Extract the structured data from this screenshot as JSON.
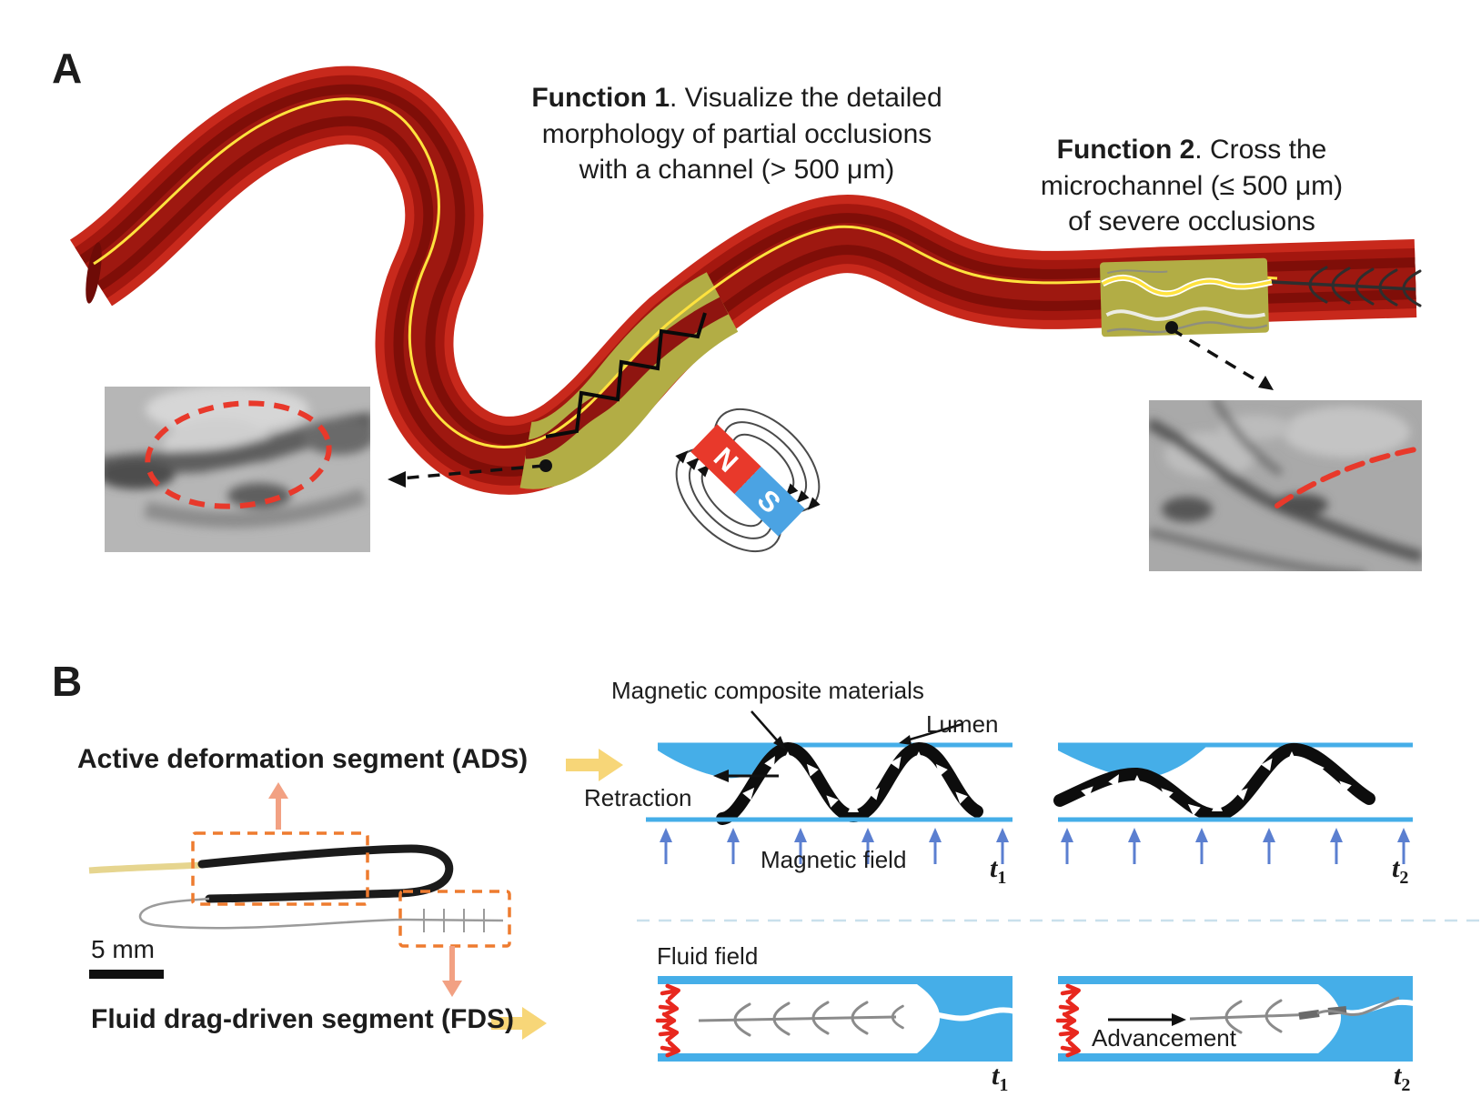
{
  "panel_a": {
    "label": "A",
    "function1_title": "Function 1",
    "function1_text": ". Visualize the detailed\nmorphology of partial occlusions\nwith a channel (> 500 μm)",
    "function2_title": "Function 2",
    "function2_text": ". Cross the\nmicrochannel (≤ 500 μm)\nof severe occlusions",
    "magnet_north": "N",
    "magnet_south": "S"
  },
  "panel_b": {
    "label": "B",
    "ads_label": "Active deformation segment (ADS)",
    "fds_label": "Fluid drag-driven segment (FDS)",
    "scale_label": "5 mm",
    "materials_label": "Magnetic composite materials",
    "lumen_label": "Lumen",
    "retraction_label": "Retraction",
    "magnetic_field_label": "Magnetic field",
    "fluid_field_label": "Fluid field",
    "advancement_label": "Advancement",
    "t_base": "t",
    "t1_sub": "1",
    "t2_sub": "2"
  },
  "colors": {
    "vessel_red": "#c8291c",
    "vessel_mid": "#a3170f",
    "vessel_dark": "#7f0e08",
    "plaque_olive": "#b2ad45",
    "guidewire_yellow": "#ffe23e",
    "magnet_red": "#e8392b",
    "magnet_blue": "#4ba3e3",
    "lumen_blue": "#45aee8",
    "field_arrow_blue": "#5b7fd0",
    "chevron_red": "#e8281e",
    "dashed_box_orange": "#ee7b2f",
    "pointer_salmon": "#f2a183",
    "block_arrow_yellow": "#f7d678",
    "dashed_red": "#e8392b"
  }
}
